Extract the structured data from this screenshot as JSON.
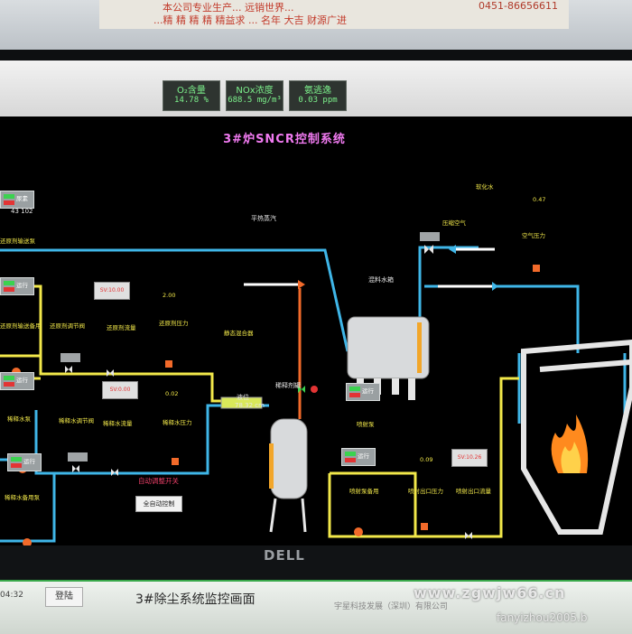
{
  "environment": {
    "poster_line1": "本公司专业生产...   远销世界...",
    "poster_line2": "...精 精 精 精 精益求 ... 名年 大吉  财源广进",
    "poster_phone": "0451-86656611",
    "monitor_brand": "DELL"
  },
  "readouts": [
    {
      "label": "O₂含量",
      "value": "14.78  %"
    },
    {
      "label": "NOx浓度",
      "value": "688.5 mg/m³"
    },
    {
      "label": "氨逃逸",
      "value": "0.03  ppm"
    }
  ],
  "screen_title": "3#炉SNCR控制系统",
  "labels": {
    "dilution_water": "软化水",
    "compressed_air": "压缩空气",
    "air_pressure": "空气压力",
    "air_pressure_val": "0.47",
    "superheated_steam": "平热蒸汽",
    "mixing_tank": "混料水箱",
    "diluent_tank": "稀释剂罐",
    "sprayer_pump": "喷射泵",
    "spray_pump_pressure": "喷射出口压力",
    "spray_pump_pressure_val": "0.09",
    "spray_flow": "喷射出口流量",
    "spray_standby": "喷射泵备用",
    "spray_valve_sv": "SV:10.26",
    "static_mixer": "静态混合器",
    "level_label": "液位",
    "level_val": "78.32 cm",
    "concentrate_pump": "还原剂输送泵",
    "concentrate_standby": "还原剂输送备用",
    "concentrate_valve": "还原剂调节阀",
    "concentrate_flow": "还原剂流量",
    "concentrate_pressure": "还原剂压力",
    "concentrate_pressure_val": "2.00",
    "concentrate_sv": "SV:10.00",
    "dilution_pump": "稀释水泵",
    "dilution_standby": "稀释水备用泵",
    "dilution_valve": "稀释水调节阀",
    "dilution_flow": "稀释水流量",
    "dilution_pressure": "稀释水压力",
    "dilution_pressure_val": "0.02",
    "dilution_sv": "SV:0.00",
    "urea_label": "尿素",
    "pump_top_val": "43 102",
    "auto_switch": "自动调整开关",
    "auto_button": "全自动控制"
  },
  "pump_boxes": [
    {
      "name": "pump-urea",
      "txt": "尿素"
    },
    {
      "name": "pump-concentrate-main",
      "txt": "运行"
    },
    {
      "name": "pump-dilution-main",
      "txt": "运行"
    },
    {
      "name": "pump-dilution-standby",
      "txt": "运行"
    },
    {
      "name": "pump-spray-main",
      "txt": "运行"
    },
    {
      "name": "pump-spray-standby",
      "txt": "运行"
    }
  ],
  "taskbar": {
    "clock": "04:32",
    "login": "登陆",
    "title": "3#除尘系统监控画面",
    "sub": "宇星科技发展（深圳）有限公司",
    "watermark1": "www.zgwjw66.cn",
    "watermark2": "fanyizhou2005.b"
  },
  "colors": {
    "pipe_cyan": "#3fb6e8",
    "pipe_yellow": "#f2e84a",
    "pipe_orange": "#f26a2a",
    "text_green": "#7cf08b",
    "title_magenta": "#f07af0",
    "flame": "#ff8a1e"
  }
}
